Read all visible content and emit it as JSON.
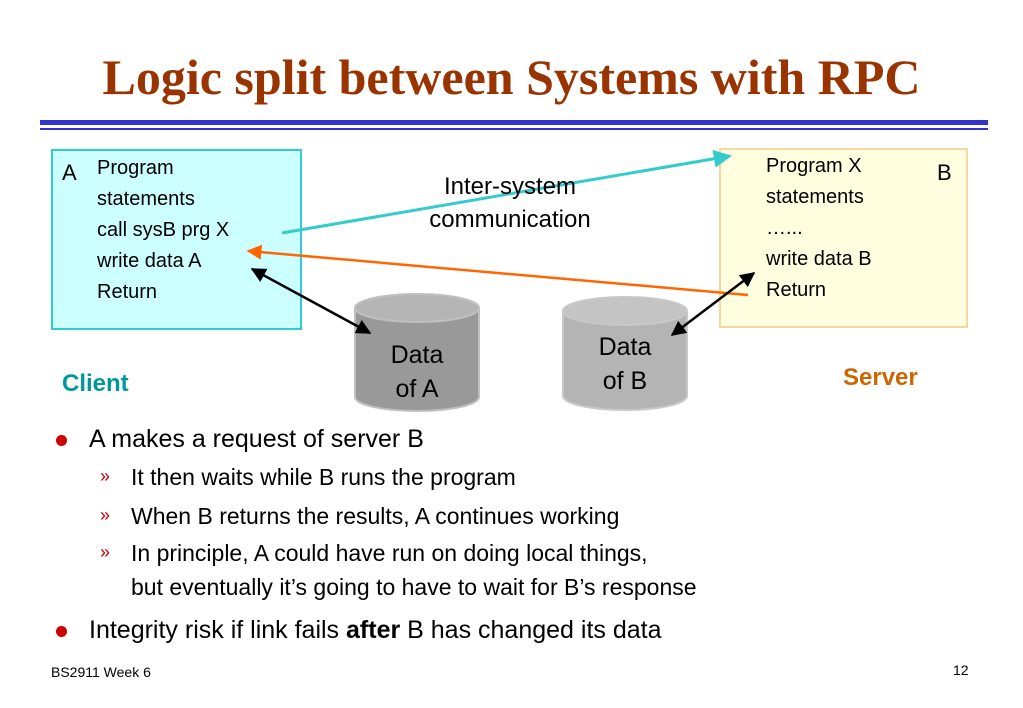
{
  "title": "Logic split between Systems with RPC",
  "box_a": {
    "letter": "A",
    "lines": [
      "Program",
      "statements",
      "call sysB prg X",
      "write data A",
      "Return"
    ]
  },
  "box_b": {
    "letter": "B",
    "lines": [
      "Program X",
      "statements",
      "…...",
      "write data B",
      "Return"
    ]
  },
  "comm_label": [
    "Inter-system",
    "communication"
  ],
  "db_a": [
    "Data",
    "of A"
  ],
  "db_b": [
    "Data",
    "of B"
  ],
  "client_label": "Client",
  "server_label": "Server",
  "bullets": [
    {
      "text": "A makes a request of server B"
    },
    {
      "sub_marker": "»",
      "text": "It then waits while B runs the program"
    },
    {
      "sub_marker": "»",
      "text": "When B returns the results, A continues working"
    },
    {
      "sub_marker": "»",
      "text": "In principle, A could have run on doing local things,",
      "continuation": "but eventually it’s going to have to wait for B’s response"
    },
    {
      "text_before": "Integrity risk if link fails ",
      "text_bold": "after",
      "text_after": " B has changed its data"
    }
  ],
  "footer": {
    "left": "BS2911 Week 6",
    "page": "12"
  },
  "colors": {
    "title": "#993300",
    "rule": "#3333cc",
    "client": "#009999",
    "server": "#cc6600",
    "request_arrow": "#33cccc",
    "response_arrow": "#ff6600",
    "bullet": "#cc0000",
    "db_fill": "#999999",
    "box_a_fill": "#ccffff",
    "box_b_fill": "#ffffe0"
  }
}
